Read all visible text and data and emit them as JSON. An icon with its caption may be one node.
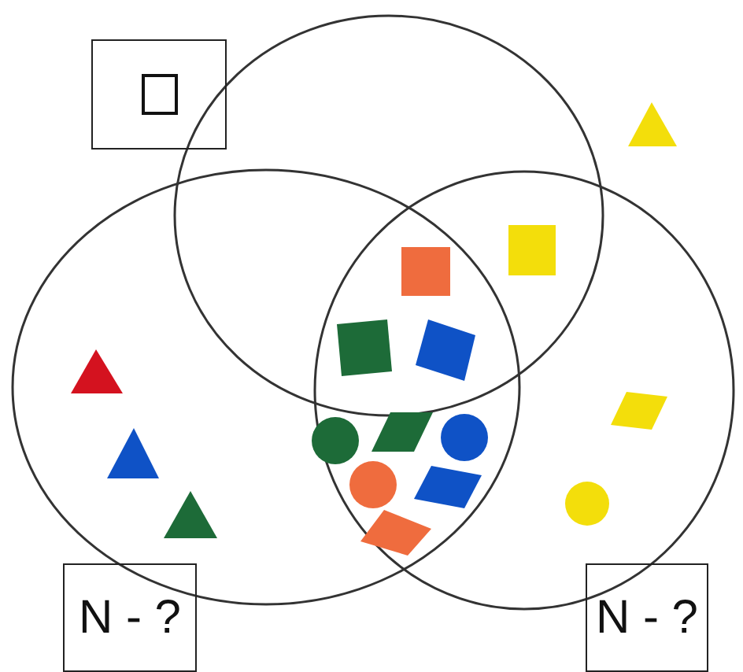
{
  "diagram": {
    "nodes": [
      {
        "text": [],
        "shape": "box"
      },
      {
        "text": [
          "N - ?"
        ]
      },
      {
        "text": [
          "N - ?"
        ]
      }
    ]
  }
}
